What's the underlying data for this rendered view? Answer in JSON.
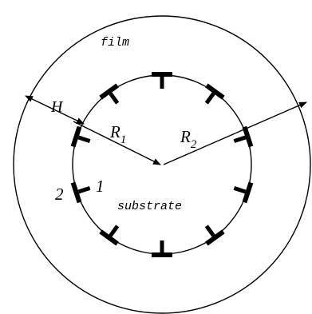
{
  "labels": {
    "film": "film",
    "substrate": "substrate",
    "H": "H",
    "R": "R",
    "sub1": "1",
    "sub2": "2",
    "region1": "1",
    "region2": "2"
  },
  "colors": {
    "line": "#000000",
    "dislocation": "#000000",
    "background": "#ffffff"
  },
  "dislocation_count": 10,
  "dislocation_symbol": "edge-dislocation-tee"
}
